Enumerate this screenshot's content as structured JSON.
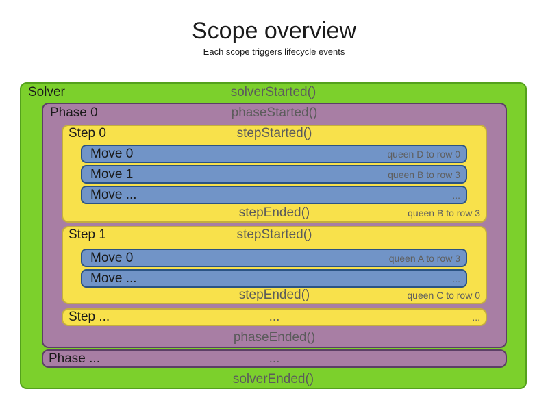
{
  "title": "Scope overview",
  "subtitle": "Each scope triggers lifecycle events",
  "colors": {
    "solver_fill": "#7cd02c",
    "solver_border": "#54a11c",
    "phase_fill": "#a87ea4",
    "phase_border": "#5c3f66",
    "step_fill": "#f8e14b",
    "step_border": "#c4ae3d",
    "move_fill": "#7194c7",
    "move_border": "#2b5384",
    "event_text": "#5b5b5b",
    "note_text": "#5f5f5f"
  },
  "solver": {
    "label": "Solver",
    "started": "solverStarted()",
    "ended": "solverEnded()",
    "phases": [
      {
        "label": "Phase 0",
        "started": "phaseStarted()",
        "ended": "phaseEnded()",
        "steps": [
          {
            "label": "Step 0",
            "started": "stepStarted()",
            "ended": "stepEnded()",
            "ended_note": "queen B to row 3",
            "moves": [
              {
                "label": "Move 0",
                "note": "queen D to row 0"
              },
              {
                "label": "Move 1",
                "note": "queen B to row 3"
              },
              {
                "label": "Move ...",
                "note": "..."
              }
            ]
          },
          {
            "label": "Step 1",
            "started": "stepStarted()",
            "ended": "stepEnded()",
            "ended_note": "queen C to row 0",
            "moves": [
              {
                "label": "Move 0",
                "note": "queen A to row 3"
              },
              {
                "label": "Move ...",
                "note": "..."
              }
            ]
          },
          {
            "label": "Step ...",
            "center": "...",
            "right": "..."
          }
        ]
      },
      {
        "label": "Phase ...",
        "center": "..."
      }
    ]
  }
}
